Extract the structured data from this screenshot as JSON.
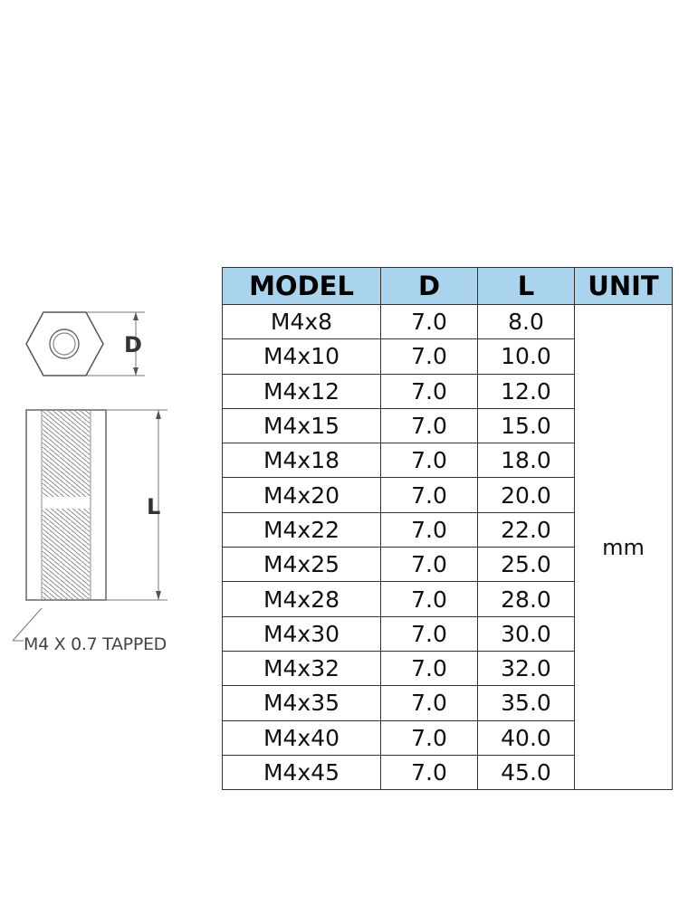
{
  "diagram": {
    "d_label": "D",
    "l_label": "L",
    "thread_label": "M4 X 0.7 TAPPED"
  },
  "table": {
    "headers": {
      "model": "MODEL",
      "d": "D",
      "l": "L",
      "unit": "UNIT"
    },
    "unit": "mm",
    "rows": [
      {
        "model": "M4x8",
        "d": "7.0",
        "l": "8.0"
      },
      {
        "model": "M4x10",
        "d": "7.0",
        "l": "10.0"
      },
      {
        "model": "M4x12",
        "d": "7.0",
        "l": "12.0"
      },
      {
        "model": "M4x15",
        "d": "7.0",
        "l": "15.0"
      },
      {
        "model": "M4x18",
        "d": "7.0",
        "l": "18.0"
      },
      {
        "model": "M4x20",
        "d": "7.0",
        "l": "20.0"
      },
      {
        "model": "M4x22",
        "d": "7.0",
        "l": "22.0"
      },
      {
        "model": "M4x25",
        "d": "7.0",
        "l": "25.0"
      },
      {
        "model": "M4x28",
        "d": "7.0",
        "l": "28.0"
      },
      {
        "model": "M4x30",
        "d": "7.0",
        "l": "30.0"
      },
      {
        "model": "M4x32",
        "d": "7.0",
        "l": "32.0"
      },
      {
        "model": "M4x35",
        "d": "7.0",
        "l": "35.0"
      },
      {
        "model": "M4x40",
        "d": "7.0",
        "l": "40.0"
      },
      {
        "model": "M4x45",
        "d": "7.0",
        "l": "45.0"
      }
    ]
  }
}
